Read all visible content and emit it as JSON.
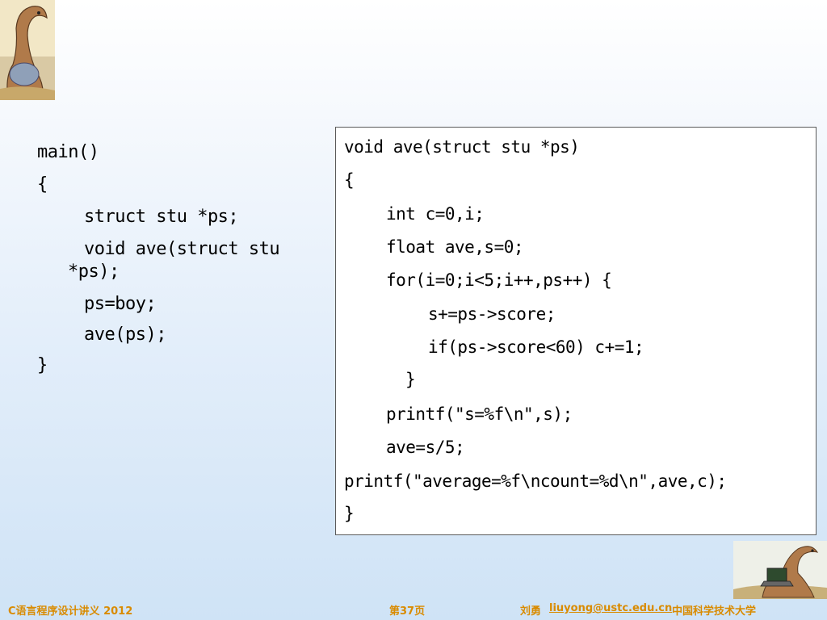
{
  "main_code": {
    "lines": [
      "main()",
      "{",
      "struct stu *ps;",
      "void ave(struct stu",
      "*ps);",
      "ps=boy;",
      "ave(ps);",
      "}"
    ]
  },
  "ave_code": {
    "lines": [
      "void ave(struct stu *ps)",
      "{",
      "int c=0,i;",
      "float ave,s=0;",
      "for(i=0;i<5;i++,ps++) {",
      "s+=ps->score;",
      "if(ps->score<60) c+=1;",
      "}",
      "printf(\"s=%f\\n\",s);",
      "ave=s/5;",
      "printf(\"average=%f\\ncount=%d\\n\",ave,c);",
      "}"
    ]
  },
  "footer": {
    "course": "C语言程序设计讲义 2012",
    "page": "第37页",
    "author": "刘勇",
    "email": "liuyong@ustc.edu.cn",
    "university": "中国科学技术大学"
  },
  "colors": {
    "footer_text": "#d98b00"
  },
  "icons": [
    "dinosaur-logo-icon",
    "dinosaur-laptop-logo-icon"
  ]
}
